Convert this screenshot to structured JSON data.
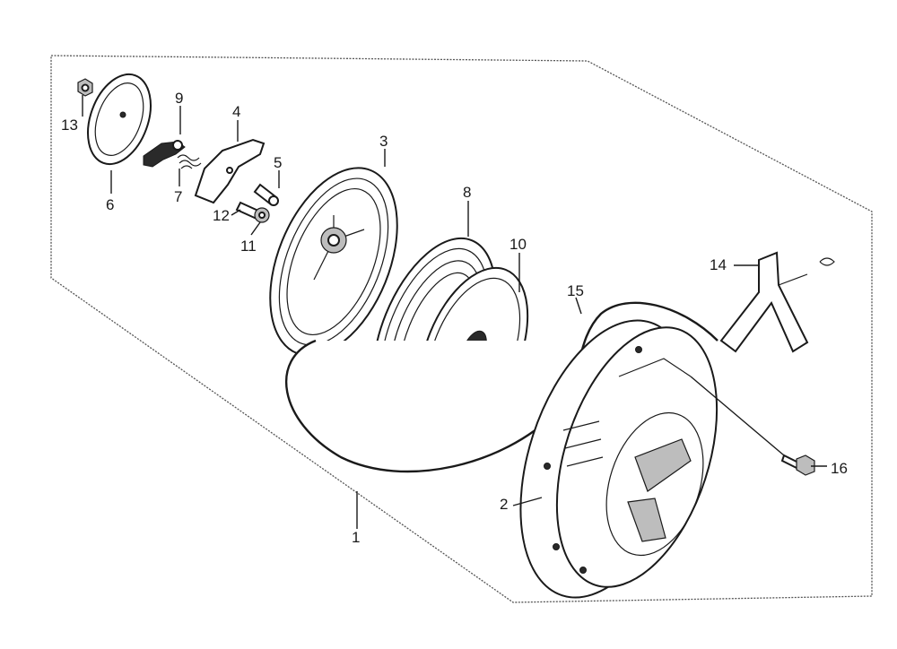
{
  "callouts": {
    "p1": "1",
    "p2": "2",
    "p3": "3",
    "p4": "4",
    "p5": "5",
    "p6": "6",
    "p7": "7",
    "p8": "8",
    "p9": "9",
    "p10": "10",
    "p11": "11",
    "p12": "12",
    "p13": "13",
    "p14": "14",
    "p15": "15",
    "p16": "16"
  },
  "colors": {
    "ink": "#1a1a1a",
    "frame": "#555555",
    "background": "#ffffff"
  }
}
